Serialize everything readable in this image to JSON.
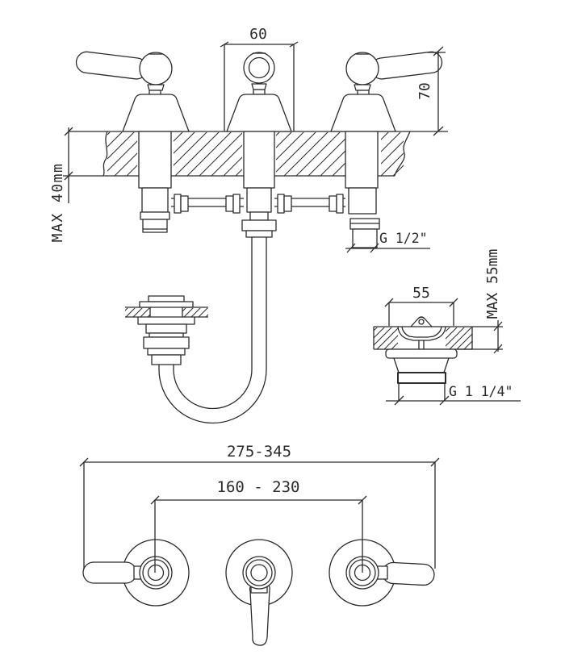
{
  "drawing": {
    "background": "#ffffff",
    "line_color": "#2b2b2b",
    "front_view": {
      "spout_escutcheon_width": "60",
      "handle_height": "70",
      "max_deck_thickness": "MAX 40mm",
      "inlet_thread": "G 1/2\""
    },
    "side_view": {
      "waste_top_width": "55",
      "max_deck_thickness": "MAX 55mm",
      "waste_thread": "G 1 1/4\""
    },
    "plan_view": {
      "overall_width_range": "275-345",
      "handle_centers_range": "160 - 230"
    }
  }
}
